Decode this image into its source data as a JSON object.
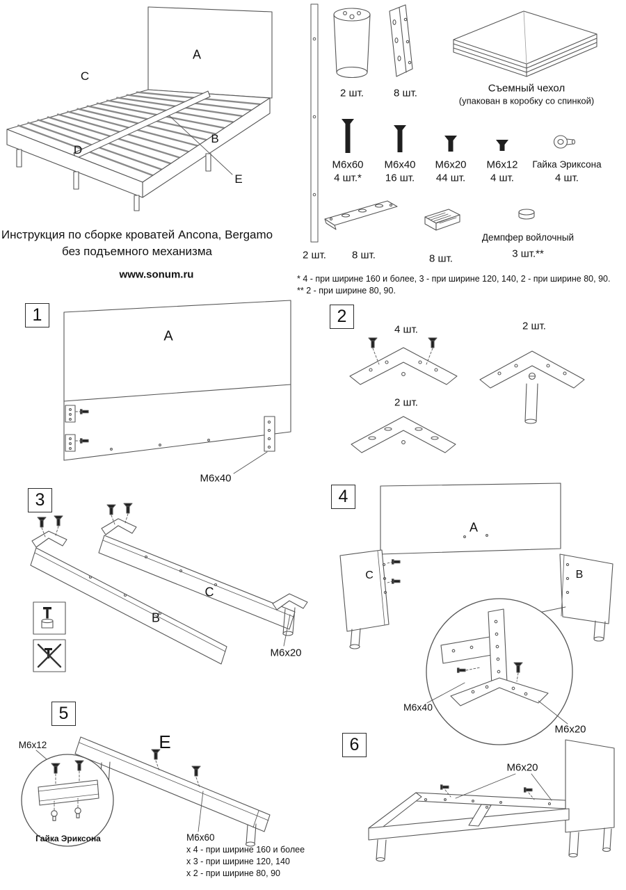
{
  "header": {
    "title_line1": "Инструкция по сборке кроватей Ancona, Bergamo",
    "title_line2": "без подъемного механизма",
    "website": "www.sonum.ru"
  },
  "overview_labels": {
    "a": "A",
    "b": "B",
    "c": "C",
    "d": "D",
    "e": "E"
  },
  "parts": {
    "side_rail_qty": "2 шт.",
    "leg_qty": "2 шт.",
    "corner_bracket_qty": "8 шт.",
    "cover_title": "Съемный чехол",
    "cover_note": "(упакован в коробку со спинкой)",
    "screw_m6x60": "М6х60",
    "screw_m6x60_qty": "4 шт.*",
    "screw_m6x40": "М6х40",
    "screw_m6x40_qty": "16 шт.",
    "screw_m6x20": "М6х20",
    "screw_m6x20_qty": "44 шт.",
    "screw_m6x12": "М6х12",
    "screw_m6x12_qty": "4 шт.",
    "erickson_nut": "Гайка Эриксона",
    "erickson_nut_qty": "4 шт.",
    "flat_bracket_qty": "8 шт.",
    "rib_bracket_qty": "8 шт.",
    "damper_name": "Демпфер войлочный",
    "damper_qty": "3 шт.**",
    "footnote1": "* 4 - при ширине 160 и более, 3 - при ширине 120, 140, 2 - при ширине 80, 90.",
    "footnote2": "** 2 - при ширине 80, 90."
  },
  "steps": {
    "s1": {
      "num": "1",
      "label_a": "A",
      "screw": "М6х40"
    },
    "s2": {
      "num": "2",
      "qty_top": "4 шт.",
      "qty_right": "2 шт.",
      "qty_bottom": "2 шт."
    },
    "s3": {
      "num": "3",
      "label_b": "B",
      "label_c": "C",
      "screw": "М6х20"
    },
    "s4": {
      "num": "4",
      "label_a": "A",
      "label_b": "B",
      "label_c": "C",
      "screw_top": "М6х40",
      "screw_bottom": "М6х20"
    },
    "s5": {
      "num": "5",
      "label_e": "E",
      "screw_left": "М6х12",
      "nut_label": "Гайка Эриксона",
      "screw_note_title": "М6х60",
      "screw_note_1": "х 4 - при ширине 160 и более",
      "screw_note_2": "х 3 - при ширине 120, 140",
      "screw_note_3": "х 2 - при ширине 80, 90"
    },
    "s6": {
      "num": "6",
      "screw": "М6х20"
    }
  }
}
